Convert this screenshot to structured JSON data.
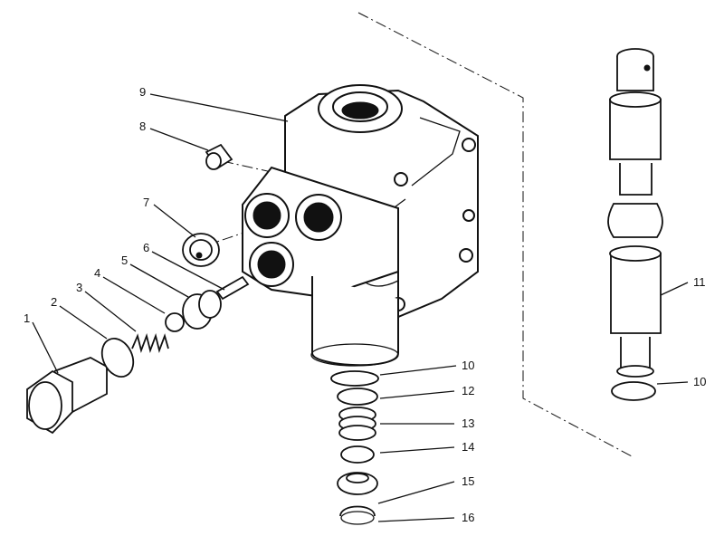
{
  "callouts": [
    {
      "id": "1",
      "label": "1"
    },
    {
      "id": "2",
      "label": "2"
    },
    {
      "id": "3",
      "label": "3"
    },
    {
      "id": "4",
      "label": "4"
    },
    {
      "id": "5",
      "label": "5"
    },
    {
      "id": "6",
      "label": "6"
    },
    {
      "id": "7",
      "label": "7"
    },
    {
      "id": "8",
      "label": "8"
    },
    {
      "id": "9",
      "label": "9"
    },
    {
      "id": "10a",
      "label": "10"
    },
    {
      "id": "10b",
      "label": "10"
    },
    {
      "id": "11",
      "label": "11"
    },
    {
      "id": "12",
      "label": "12"
    },
    {
      "id": "13",
      "label": "13"
    },
    {
      "id": "14",
      "label": "14"
    },
    {
      "id": "15",
      "label": "15"
    },
    {
      "id": "16",
      "label": "16"
    }
  ]
}
